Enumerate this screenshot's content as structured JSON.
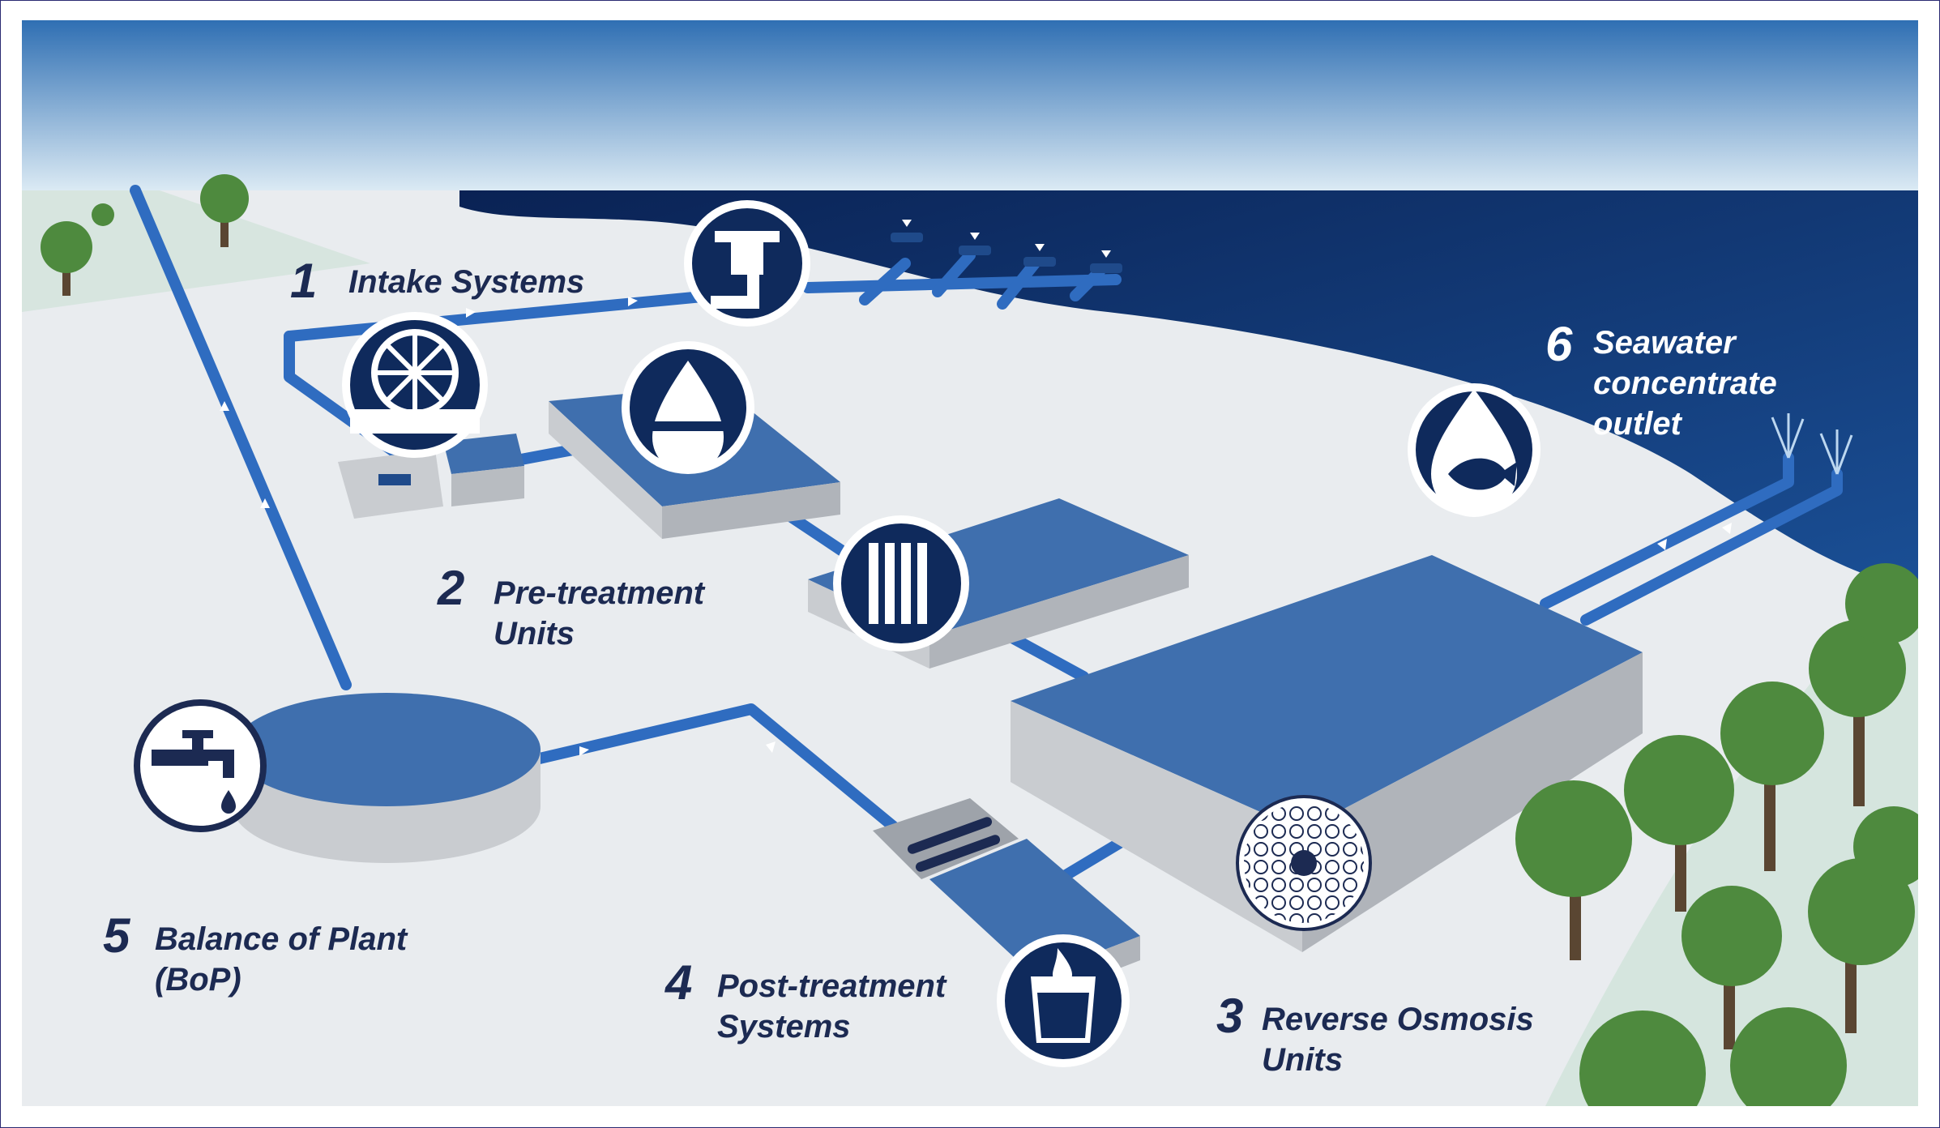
{
  "stages": [
    {
      "number": "1",
      "lines": [
        "Intake Systems"
      ],
      "icon": "water-intake-icon"
    },
    {
      "number": "2",
      "lines": [
        "Pre-treatment",
        "Units"
      ],
      "icon": "filter-drop-icon"
    },
    {
      "number": "3",
      "lines": [
        "Reverse Osmosis",
        "Units"
      ],
      "icon": "membrane-cross-section-icon"
    },
    {
      "number": "4",
      "lines": [
        "Post-treatment",
        "Systems"
      ],
      "icon": "water-glass-icon"
    },
    {
      "number": "5",
      "lines": [
        "Balance of Plant",
        "(BoP)"
      ],
      "icon": "faucet-icon"
    },
    {
      "number": "6",
      "lines": [
        "Seawater",
        "concentrate",
        "outlet"
      ],
      "icon": "fish-drop-icon"
    }
  ],
  "colors": {
    "sky_top": "#2f6fb3",
    "sky_bottom": "#dbeaf4",
    "sea": "#0e2a5e",
    "ground": "#e9ecef",
    "pipe": "#2f6cc0",
    "roof": "#3f6fae",
    "wall": "#c9ccd0",
    "label": "#1c2a52",
    "tree": "#4e8a3e"
  }
}
